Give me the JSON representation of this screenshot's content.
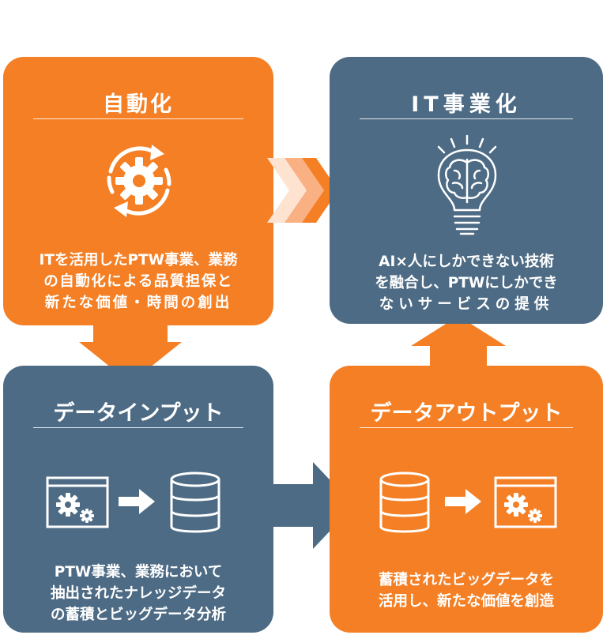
{
  "colors": {
    "orange": "#f47f24",
    "slate": "#4d6b84",
    "white": "#ffffff"
  },
  "automation": {
    "title": "自動化",
    "description": [
      "ITを活用したPTW事業、業務",
      "の自動化による品質担保と",
      "新たな価値・時間の創出"
    ],
    "icon": "gear-refresh-icon"
  },
  "it_business": {
    "title": "IT事業化",
    "description": [
      "AI×人にしかできない技術",
      "を融合し、PTWにしかでき",
      "ないサービスの提供"
    ],
    "icon": "brain-lightbulb-icon"
  },
  "data_input": {
    "title": "データインプット",
    "description": [
      "PTW事業、業務において",
      "抽出されたナレッジデータ",
      "の蓄積とビッグデータ分析"
    ],
    "icons": [
      "gear-window-icon",
      "right-arrow-icon",
      "database-icon"
    ]
  },
  "data_output": {
    "title": "データアウトプット",
    "description": [
      "蓄積されたビッグデータを",
      "活用し、新たな価値を創造"
    ],
    "icons": [
      "database-icon",
      "right-arrow-icon",
      "gear-window-icon"
    ]
  },
  "connectors": [
    "chevron-arrows-right",
    "down-arrow",
    "right-arrow",
    "up-arrow"
  ]
}
